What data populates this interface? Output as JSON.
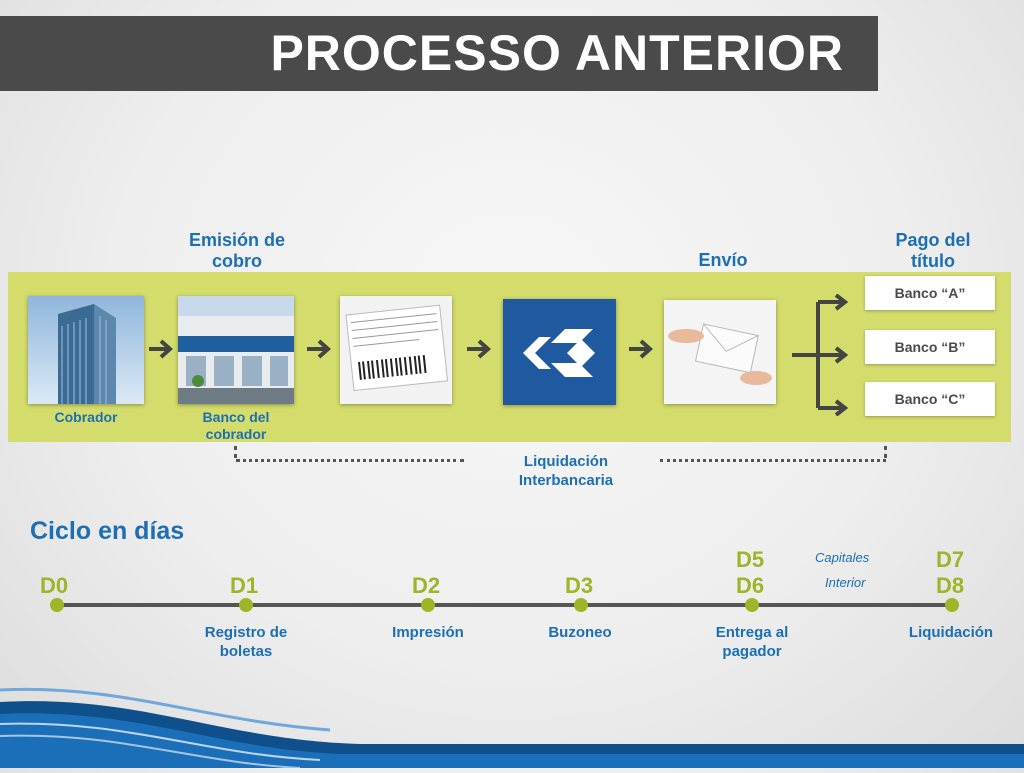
{
  "title": "PROCESSO ANTERIOR",
  "stages": {
    "emision": "Emisión de cobro",
    "envio": "Envío",
    "pago": "Pago del título"
  },
  "process_captions": {
    "cobrador": "Cobrador",
    "banco_cobrador": "Banco del cobrador",
    "liquidacion": "Liquidación Interbancaria"
  },
  "banks": [
    "Banco “A”",
    "Banco “B”",
    "Banco “C”"
  ],
  "cycle_title": "Ciclo en días",
  "timeline": {
    "d0": "D0",
    "d1": "D1",
    "d2": "D2",
    "d3": "D3",
    "d5": "D5",
    "d6": "D6",
    "d7": "D7",
    "d8": "D8",
    "capitales": "Capitales",
    "interior": "Interior",
    "registro": "Registro de boletas",
    "impresion": "Impresión",
    "buzoneo": "Buzoneo",
    "entrega": "Entrega al pagador",
    "liquidacion": "Liquidación"
  },
  "icons": [
    "building-icon",
    "bank-branch-icon",
    "boleto-document-icon",
    "interbank-logo-icon",
    "envelope-hands-icon",
    "arrow-right-icon",
    "branch-arrow-icon"
  ],
  "colors": {
    "title_bg": "#4a4a4a",
    "band": "#d4dc6c",
    "accent_blue": "#1d6fb3",
    "accent_green": "#9db526"
  }
}
